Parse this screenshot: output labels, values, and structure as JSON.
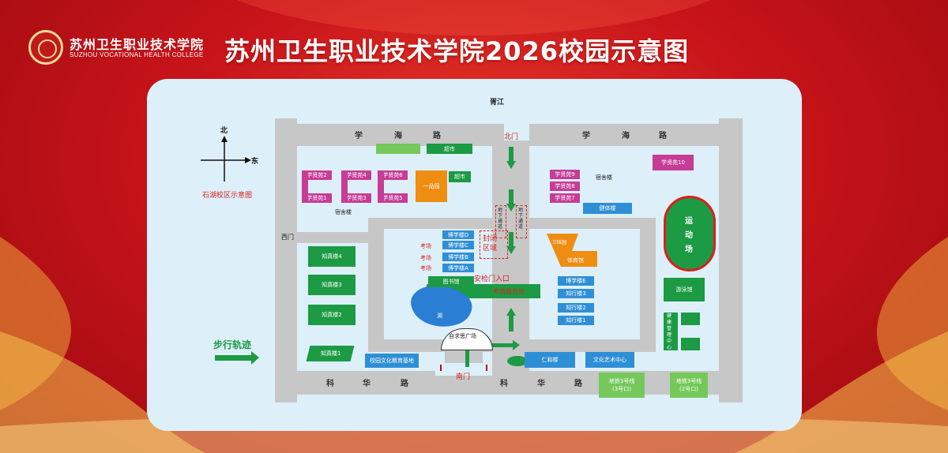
{
  "header": {
    "brand_cn": "苏州卫生职业技术学院",
    "brand_en": "SUZHOU VOCATIONAL HEALTH COLLEGE",
    "title": "苏州卫生职业技术学院2026校园示意图"
  },
  "colors": {
    "background_red": "#c8141a",
    "map_bg": "#ddf0fa",
    "road": "#c7c7c7",
    "blue_building": "#2f8fd6",
    "green_building": "#1c9a44",
    "magenta_building": "#c63c97",
    "orange_building": "#ef8d12",
    "label_red": "#d8211d"
  },
  "map": {
    "compass": {
      "north": "北",
      "east": "东",
      "caption": "石湖校区示意图"
    },
    "river": "胥江",
    "roads": {
      "north_road_w": [
        "学",
        "海",
        "路"
      ],
      "north_road_e": [
        "学",
        "海",
        "路"
      ],
      "south_road_w": [
        "科",
        "华",
        "路"
      ],
      "south_road_e": [
        "科",
        "华",
        "路"
      ]
    },
    "gates": {
      "north": "北门",
      "south": "南门",
      "west": "西门"
    },
    "tunnels": [
      "地下通道",
      "地下通道"
    ],
    "closed_area": "封闭区域",
    "checkpoint": "安检门入口",
    "exam_center": "考场报名处",
    "plaza": "自求思广场",
    "lake": "湖",
    "walk_legend": "步行轨迹",
    "buildings": {
      "supermarket_top": "超市",
      "supermarket_mid": "超市",
      "canteen": "一品园",
      "dorm_west": "宿舍楼",
      "dorm_east": "宿舍楼",
      "xxy1": "学贤苑1",
      "xxy2": "学贤苑2",
      "xxy3": "学贤苑3",
      "xxy4": "学贤苑4",
      "xxy5": "学贤苑5",
      "xxy6": "学贤苑6",
      "xxy7": "学贤苑7",
      "xxy8": "学贤苑8",
      "xxy9": "学贤苑9",
      "xxy10": "学贤苑10",
      "gym_health": "健体楼",
      "sports_field": "运动场",
      "boxue_d": "博学楼D",
      "boxue_c": "博学楼C",
      "boxue_b": "博学楼B",
      "boxue_a": "博学楼A",
      "exam1": "考场",
      "exam2": "考场",
      "exam3": "考场",
      "library": "图书馆",
      "sanwei": "三味园",
      "gym": "体育馆",
      "boxue_e": "博学楼E",
      "zhixing3": "知行楼3",
      "zhixing2": "知行楼2",
      "zhixing1": "知行楼1",
      "pool": "游泳馆",
      "health_center": "健康管理中心",
      "zhizhen4": "知真楼4",
      "zhizhen3": "知真楼3",
      "zhizhen2": "知真楼2",
      "zhizhen1": "知真楼1",
      "culture_base": "校园文化教育基地",
      "renhe": "仁和楼",
      "arts_center": "文化艺术中心",
      "metro3": "地铁3号线",
      "metro3_exit3": "(3号口)",
      "metro2": "地铁3号线",
      "metro2_exit2": "(2号口)"
    }
  }
}
